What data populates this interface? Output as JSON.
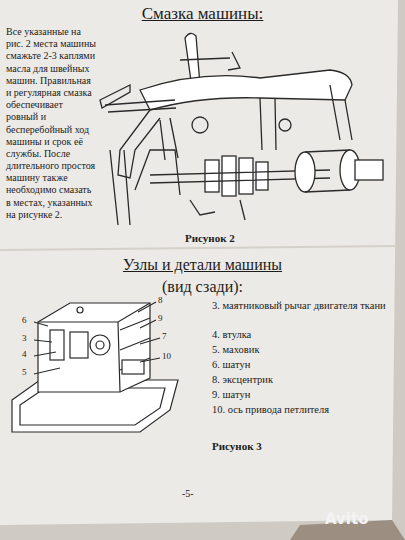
{
  "diagram": {
    "title": "Смазка машины:",
    "labels": [
      "Все указанные на рис. 2 места машины смажьте 2-3 каплями масла для швейных машин. Правильная и регулярная смазка обеспечивает ровный и бесперебойный ход машины и срок её службы. После длительного простоя машину также необходимо смазать в местах, указанных на рисунке 2.",
      "Рисунок 2",
      "Узлы и детали машины",
      "(вид сзади):",
      "3. маятниковый рычаг двигателя ткани",
      "4. втулка",
      "5. маховик",
      "6. шатун",
      "8. эксцентрик",
      "9. шатун",
      "10. ось привода петлителя",
      "Рисунок 3",
      "6",
      "3",
      "4",
      "5",
      "8",
      "9",
      "7",
      "10",
      "-5-",
      "Avito"
    ]
  }
}
